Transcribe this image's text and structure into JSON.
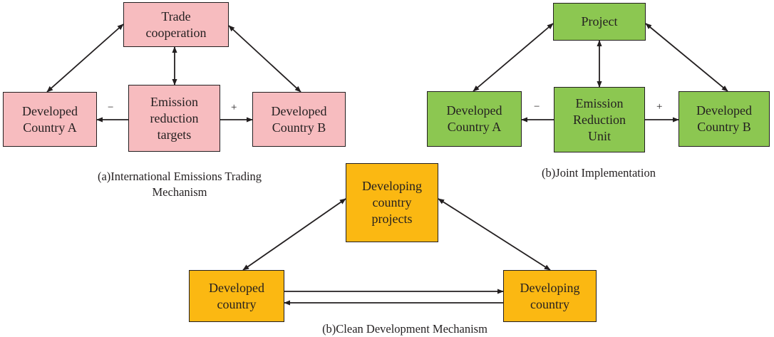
{
  "panel_a": {
    "trade": "Trade\ncooperation",
    "targets": "Emission\nreduction\ntargets",
    "country_a": "Developed\nCountry A",
    "country_b": "Developed\nCountry B",
    "minus": "−",
    "plus": "+",
    "caption": "(a)International Emissions Trading\nMechanism"
  },
  "panel_b": {
    "project": "Project",
    "unit": "Emission\nReduction\nUnit",
    "country_a": "Developed\nCountry A",
    "country_b": "Developed\nCountry B",
    "minus": "−",
    "plus": "+",
    "caption": "(b)Joint Implementation"
  },
  "panel_c": {
    "projects": "Developing\ncountry\nprojects",
    "developed": "Developed\ncountry",
    "developing": "Developing\ncountry",
    "caption": "(b)Clean Development Mechanism"
  },
  "colors": {
    "pink": "#f7bcbf",
    "green": "#8cc751",
    "gold": "#fbb812",
    "line": "#231f20"
  }
}
